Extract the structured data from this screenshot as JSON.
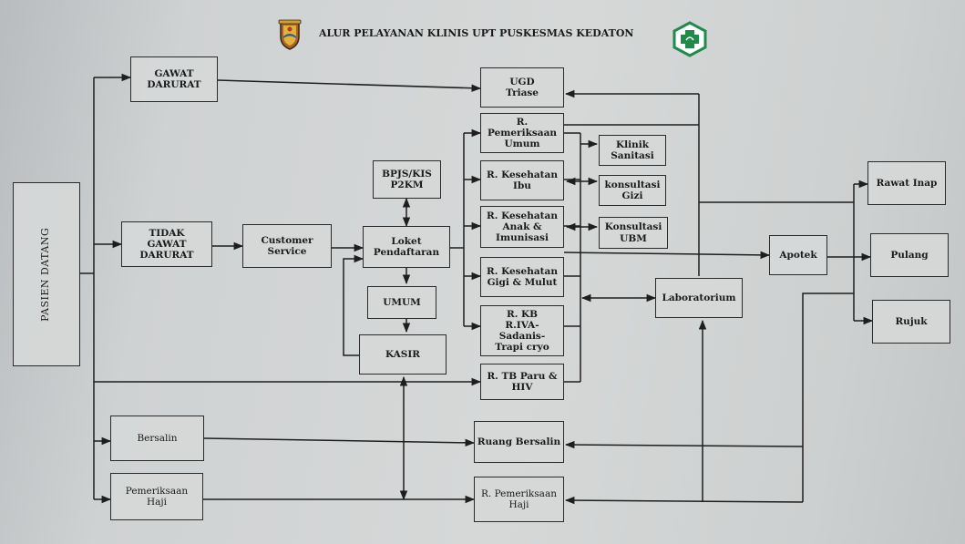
{
  "header": {
    "title": "ALUR PELAYANAN KLINIS UPT PUSKESMAS KEDATON",
    "left_logo": "regional-emblem-icon",
    "right_logo": "puskesmas-logo-icon"
  },
  "nodes": {
    "pasien_datang": "PASIEN DATANG",
    "gawat_darurat": "GAWAT\nDARURAT",
    "tidak_gawat_darurat": "TIDAK\nGAWAT\nDARURAT",
    "customer_service": "Customer\nService",
    "bpjs": "BPJS/KIS\nP2KM",
    "loket": "Loket\nPendaftaran",
    "umum": "UMUM",
    "kasir": "KASIR",
    "ugd": "UGD\nTriase",
    "r_umum": "R. Pemeriksaan\nUmum",
    "r_ibu": "R. Kesehatan\nIbu",
    "r_anak": "R. Kesehatan\nAnak &\nImunisasi",
    "r_gigi": "R. Kesehatan\nGigi & Mulut",
    "r_kb": "R. KB\nR.IVA-Sadanis-\nTrapi cryo",
    "r_tb": "R. TB Paru &\nHIV",
    "klinik_sanitasi": "Klinik\nSanitasi",
    "konsultasi_gizi": "konsultasi\nGizi",
    "konsultasi_ubm": "Konsultasi\nUBM",
    "apotek": "Apotek",
    "laboratorium": "Laboratorium",
    "rawat_inap": "Rawat Inap",
    "pulang": "Pulang",
    "rujuk": "Rujuk",
    "bersalin": "Bersalin",
    "ruang_bersalin": "Ruang Bersalin",
    "pemeriksaan_haji": "Pemeriksaan\nHaji",
    "r_pemeriksaan_haji": "R. Pemeriksaan\nHaji"
  },
  "colors": {
    "line": "#1e1e1e",
    "logo_green": "#1f8a4a"
  }
}
